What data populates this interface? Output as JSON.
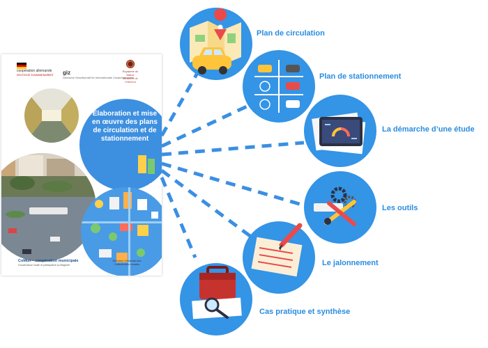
{
  "cover": {
    "title": "Élaboration et mise en œuvre des plans de circulation et de stationnement",
    "logo_left": "coopération allemande",
    "logo_left_sub": "DEUTSCHE ZUSAMMENARBEIT",
    "logo_giz": "giz",
    "logo_giz_sub": "Deutsche Gesellschaft für Internationale Zusammenarbeit",
    "logo_right": "Royaume du Maroc",
    "logo_right_sub": "Ministère de l'Intérieur",
    "footer_brand": "CoMun – coopération municipale",
    "footer_brand_sub": "Gouvernance locale et participative au Maghreb",
    "footer_publisher": "Direction Générale des Collectivités Locales"
  },
  "topics": [
    {
      "label": "Plan de circulation",
      "icon": "map-car-icon"
    },
    {
      "label": "Plan de stationnement",
      "icon": "parking-lot-icon"
    },
    {
      "label": "La démarche d’une étude",
      "icon": "tablet-report-icon"
    },
    {
      "label": "Les outils",
      "icon": "tools-gears-icon"
    },
    {
      "label": "Le jalonnement",
      "icon": "pencil-checklist-icon"
    },
    {
      "label": "Cas pratique et synthèse",
      "icon": "briefcase-magnifier-icon"
    }
  ],
  "colors": {
    "accent": "#2a8de0",
    "circle_fill": "#3494e6",
    "cover_blue": "#3d8fe0",
    "dash": "#3b8fe3"
  }
}
